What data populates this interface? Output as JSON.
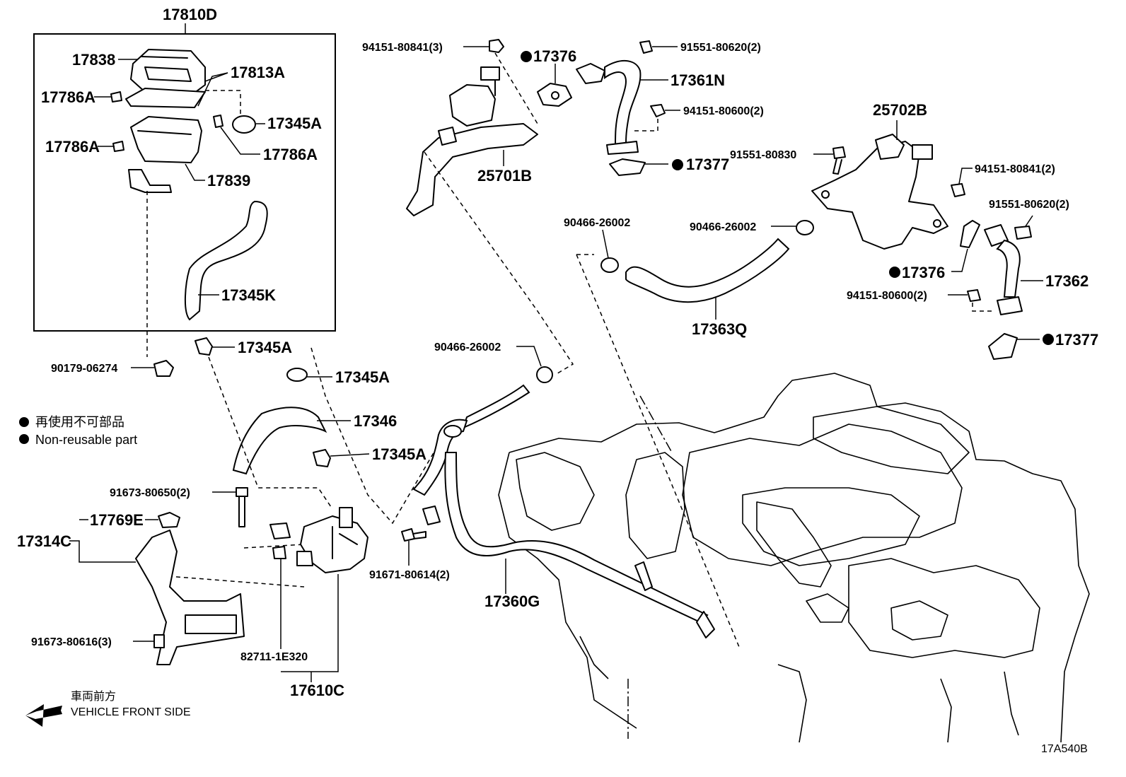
{
  "labels": {
    "l_17810D": "17810D",
    "l_17838": "17838",
    "l_17813A": "17813A",
    "l_17786A_1": "17786A",
    "l_17345A_1": "17345A",
    "l_17786A_2": "17786A",
    "l_17786A_3": "17786A",
    "l_17839": "17839",
    "l_17345K": "17345K",
    "l_90179": "90179-06274",
    "l_17345A_2": "17345A",
    "l_17345A_3": "17345A",
    "l_17346": "17346",
    "l_17345A_4": "17345A",
    "l_91673_650": "91673-80650(2)",
    "l_17769E": "17769E",
    "l_17314C": "17314C",
    "l_91673_616": "91673-80616(3)",
    "l_82711": "82711-1E320",
    "l_17610C": "17610C",
    "l_94151_841_3": "94151-80841(3)",
    "l_17376_1": "17376",
    "l_91551_620_1": "91551-80620(2)",
    "l_17361N": "17361N",
    "l_94151_600_1": "94151-80600(2)",
    "l_25701B": "25701B",
    "l_17377_1": "17377",
    "l_25702B": "25702B",
    "l_91551_830": "91551-80830",
    "l_94151_841_2": "94151-80841(2)",
    "l_90466_a": "90466-26002",
    "l_90466_b": "90466-26002",
    "l_91551_620_2": "91551-80620(2)",
    "l_17376_2": "17376",
    "l_17362": "17362",
    "l_94151_600_2": "94151-80600(2)",
    "l_17363Q": "17363Q",
    "l_17377_2": "17377",
    "l_90466_c": "90466-26002",
    "l_91671": "91671-80614(2)",
    "l_17360G": "17360G"
  },
  "legend": {
    "jp": "再使用不可部品",
    "en": "Non-reusable part"
  },
  "front": {
    "jp": "車両前方",
    "en": "VEHICLE FRONT SIDE"
  },
  "ref_code": "17A540B"
}
